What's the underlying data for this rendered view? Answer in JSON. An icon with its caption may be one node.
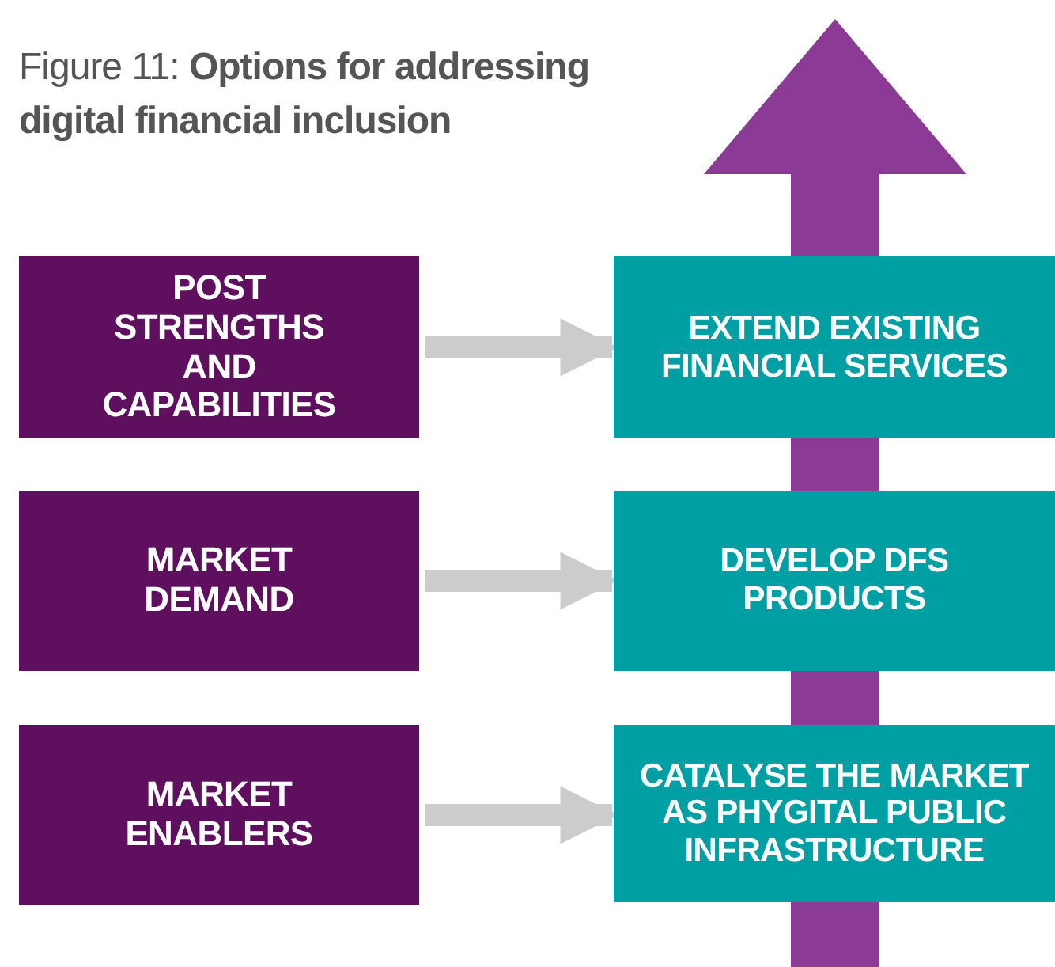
{
  "diagram": {
    "title": "Figure 11: **Options for addressing digital financial inclusion**",
    "nodes": [
      {
        "text": [
          "POST STRENGTHS AND CAPABILITIES"
        ]
      },
      {
        "text": [
          "EXTEND EXISTING FINANCIAL SERVICES"
        ]
      },
      {
        "text": [
          "MARKET DEMAND"
        ]
      },
      {
        "text": [
          "DEVELOP DFS PRODUCTS"
        ]
      },
      {
        "text": [
          "MARKET ENABLERS"
        ]
      },
      {
        "text": [
          "CATALYSE THE MARKET AS PHYGITAL PUBLIC INFRASTRUCTURE"
        ]
      }
    ],
    "edges": [
      {
        "from": 0,
        "to": 1,
        "arrow": "to"
      },
      {
        "from": 2,
        "to": 3,
        "arrow": "to"
      },
      {
        "from": 4,
        "to": 5,
        "arrow": "to"
      }
    ]
  }
}
